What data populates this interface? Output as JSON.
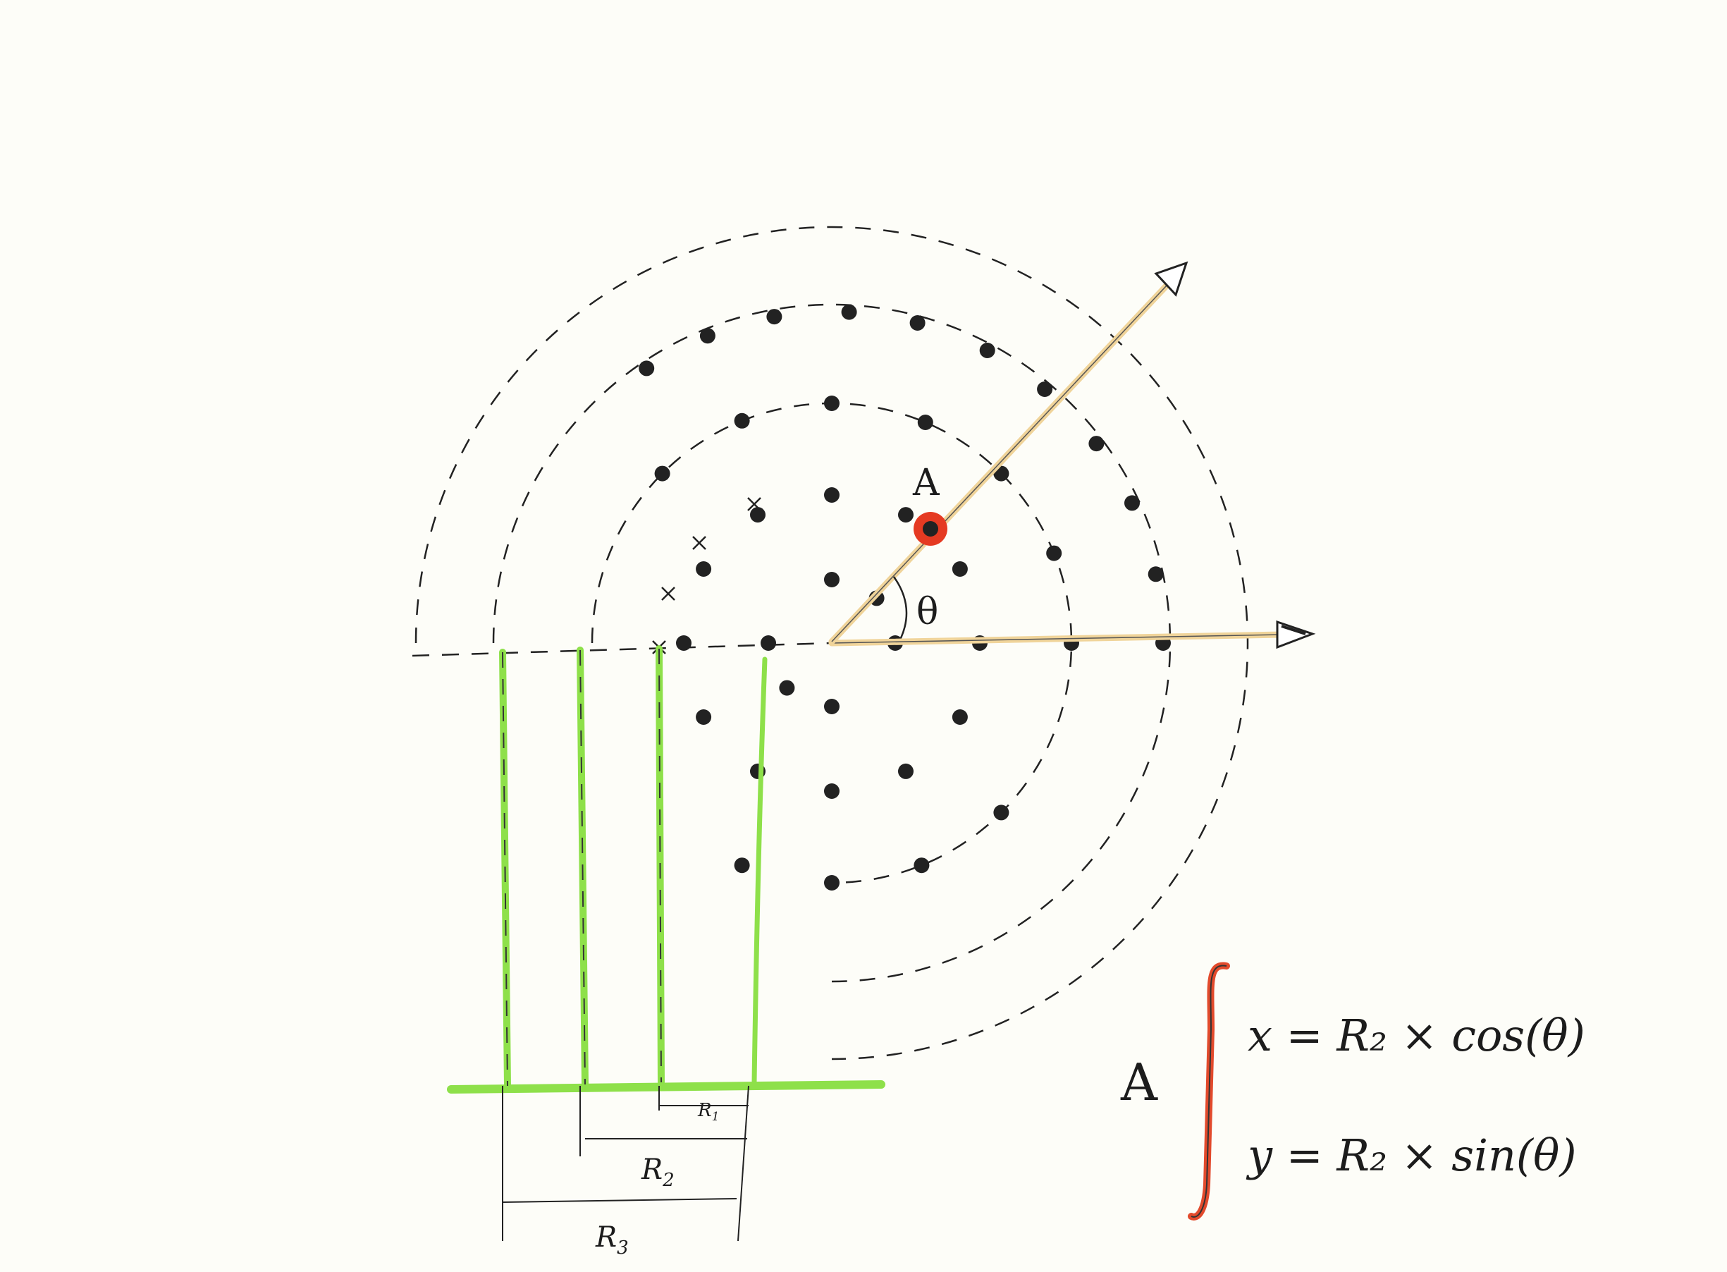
{
  "labels": {
    "point": "A",
    "angle": "θ",
    "r1": "R",
    "r1_sub": "1",
    "r2": "R",
    "r2_sub": "2",
    "r3": "R",
    "r3_sub": "3"
  },
  "formula": {
    "lhs": "A",
    "x_line": "x = R₂ × cos(θ)",
    "y_line": "y = R₂ × sin(θ)"
  },
  "colors": {
    "ink": "#1c1c1c",
    "dot": "#222222",
    "highlight": "#e53a22",
    "ray": "#f0d49a",
    "profile": "#8ee04a",
    "brace": "#e24a2c"
  }
}
